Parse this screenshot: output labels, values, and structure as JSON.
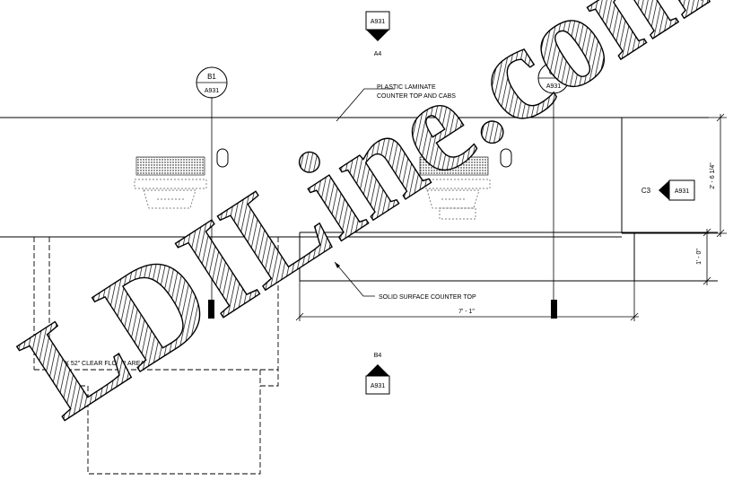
{
  "markers": {
    "top_section": {
      "sheet": "A931",
      "label": "A4"
    },
    "bottom_section": {
      "sheet": "A931",
      "label": "B4"
    },
    "right_section": {
      "sheet": "A931",
      "label": "C3"
    },
    "grid_b1": {
      "id": "B1",
      "sheet": "A931"
    },
    "grid_c1": {
      "id": "C1",
      "sheet": "A931"
    }
  },
  "notes": {
    "plastic_laminate_line1": "PLASTIC LAMINATE",
    "plastic_laminate_line2": "COUNTER TOP AND CABS",
    "solid_surface": "SOLID SURFACE COUNTER TOP",
    "clear_floor": "30\" X 52\" CLEAR FLOOR AREA"
  },
  "dimensions": {
    "counter_length": "7' - 1\"",
    "counter_depth": "1' - 0\"",
    "upper_height": "2' - 6 1/4\""
  },
  "watermark": "LDILine.com"
}
